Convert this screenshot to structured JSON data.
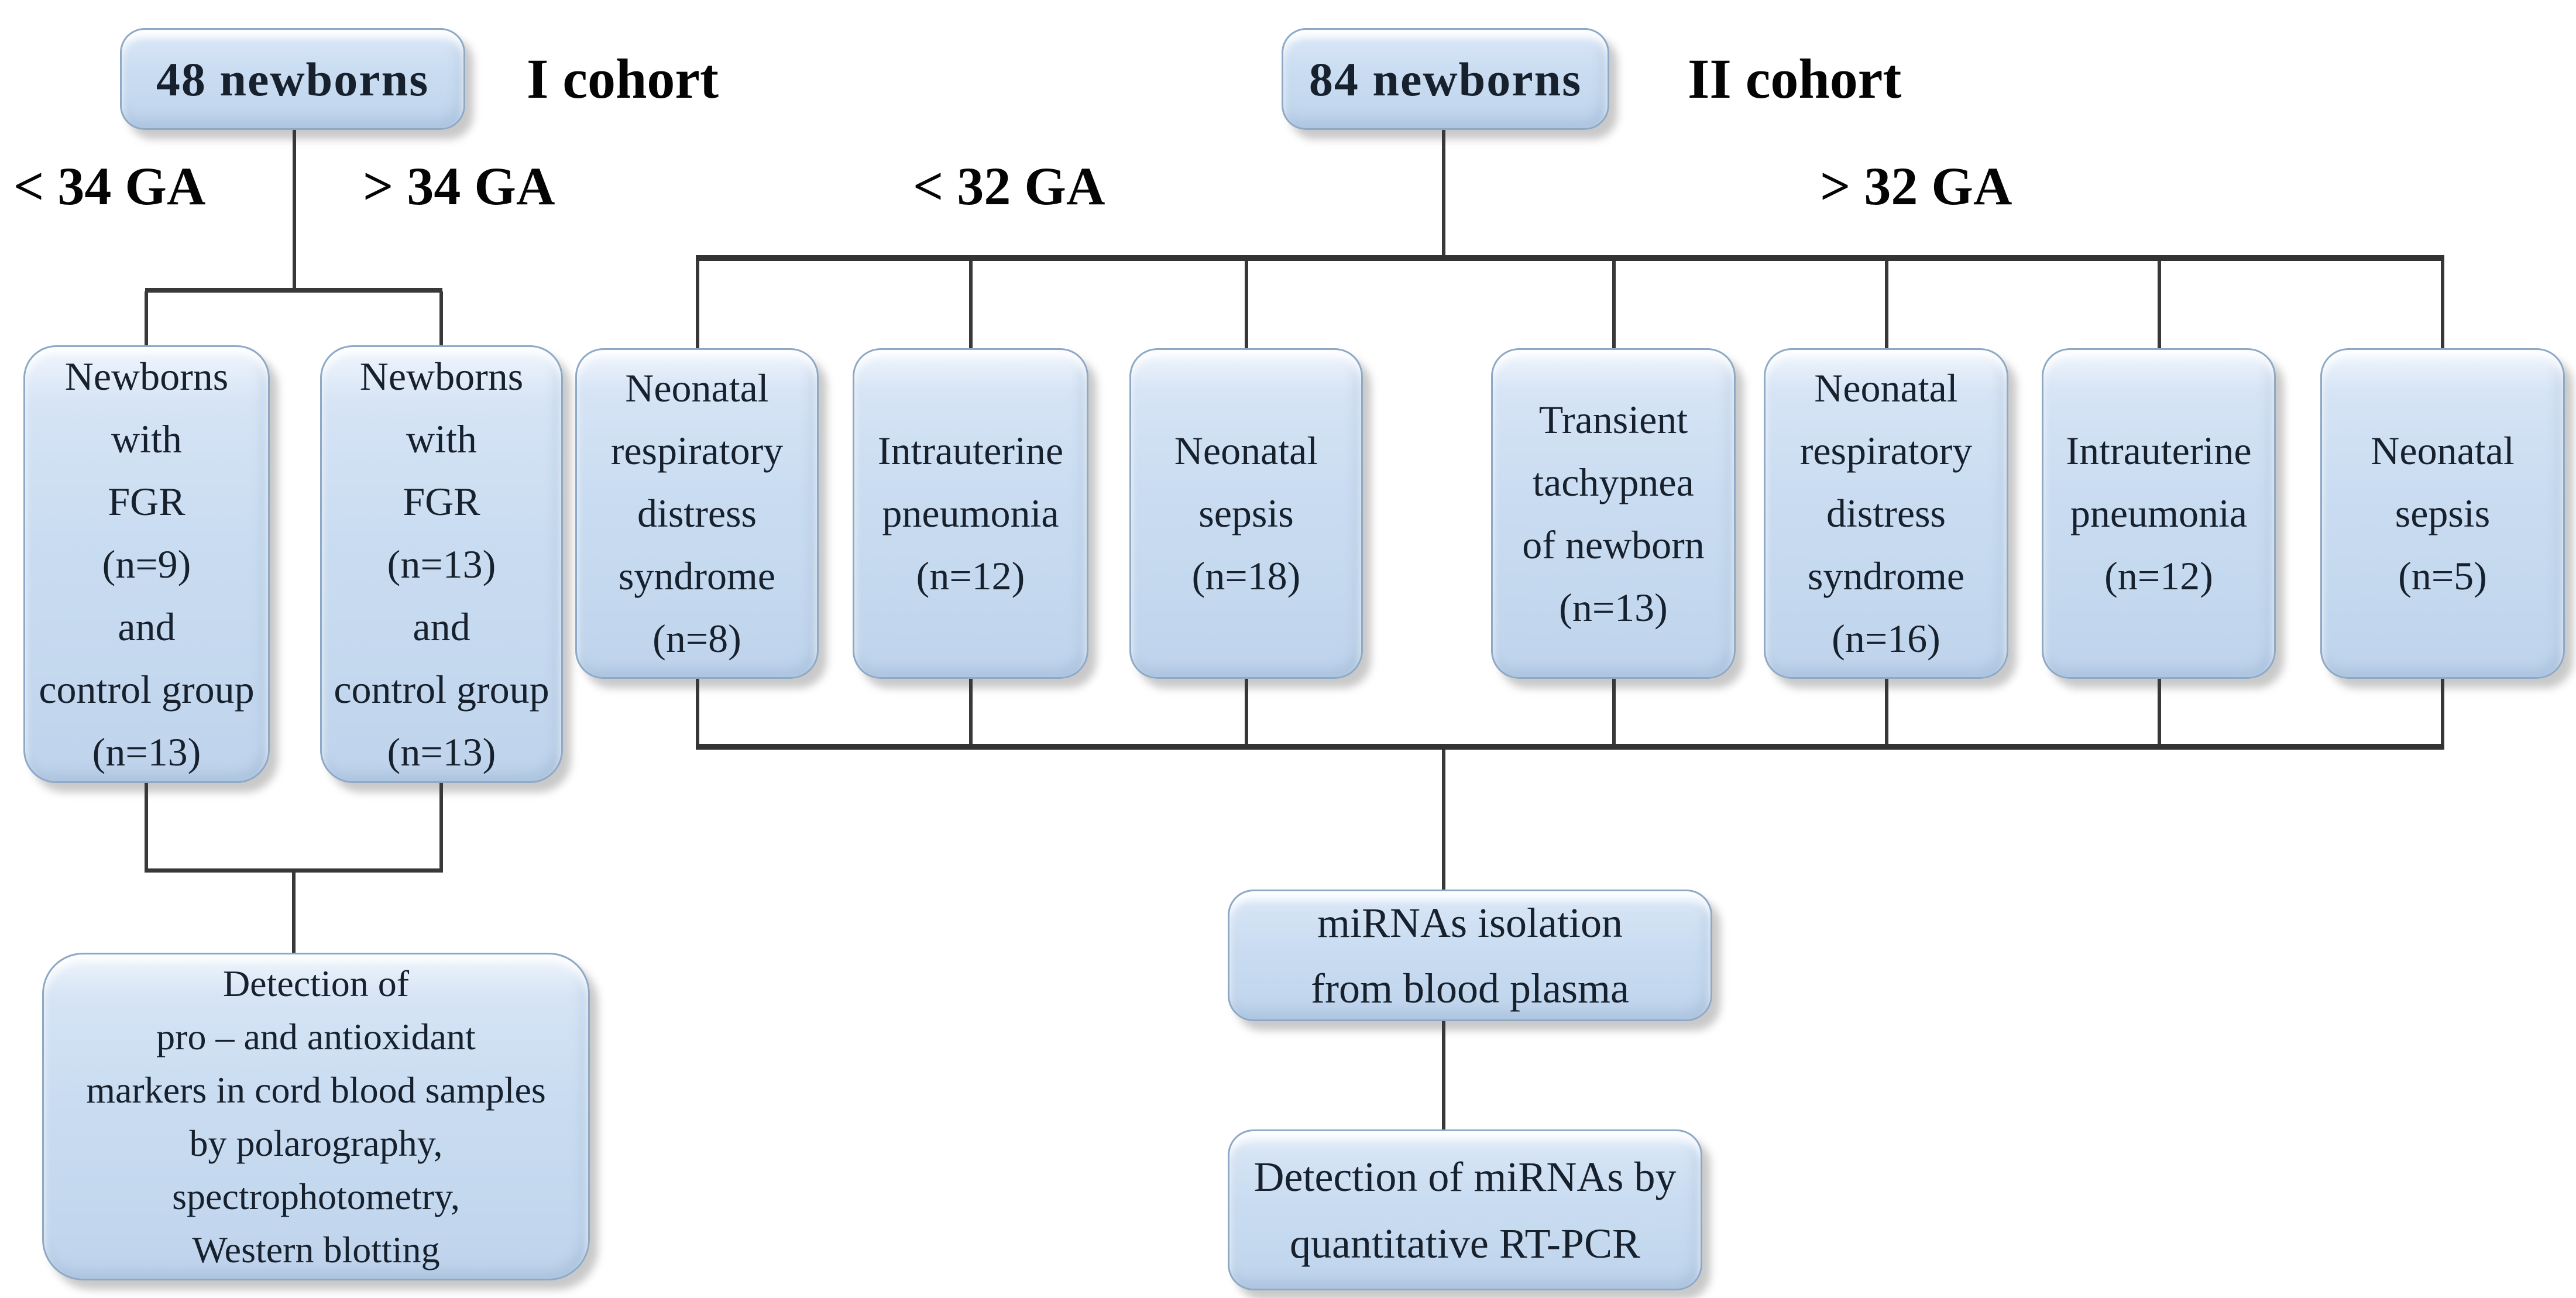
{
  "figure": {
    "background": "#ffffff",
    "colors": {
      "node_fill": "#c9dcf1",
      "node_fill_highlight": "#f0f5fc",
      "node_border": "#8ea9c6",
      "node_text": "#17202d",
      "label_text": "#040404",
      "connector": "#383838"
    },
    "cohort1": {
      "root_label": "48  newborns",
      "cohort_label": "I cohort",
      "ga_left": "< 34 GA",
      "ga_right": "> 34 GA",
      "group_left": "Newborns\nwith\nFGR\n(n=9)\nand\ncontrol group\n(n=13)",
      "group_right": "Newborns\nwith\nFGR\n(n=13)\nand\ncontrol group\n(n=13)",
      "outcome": "Detection of\npro – and antioxidant\nmarkers in cord blood samples\nby polarography,\nspectrophotometry,\nWestern blotting"
    },
    "cohort2": {
      "root_label": "84  newborns",
      "cohort_label": "II cohort",
      "ga_left": "< 32 GA",
      "ga_right": "> 32 GA",
      "groups": [
        "Neonatal\nrespiratory\ndistress\nsyndrome\n(n=8)",
        "Intrauterine\npneumonia\n(n=12)",
        "Neonatal\nsepsis\n(n=18)",
        "Transient\ntachypnea\nof newborn\n(n=13)",
        "Neonatal\nrespiratory\ndistress\nsyndrome\n(n=16)",
        "Intrauterine\npneumonia\n(n=12)",
        "Neonatal\nsepsis\n(n=5)"
      ],
      "outcome_step1": "miRNAs isolation\nfrom blood plasma",
      "outcome_step2": "Detection of miRNAs by\nquantitative RT-PCR"
    }
  }
}
